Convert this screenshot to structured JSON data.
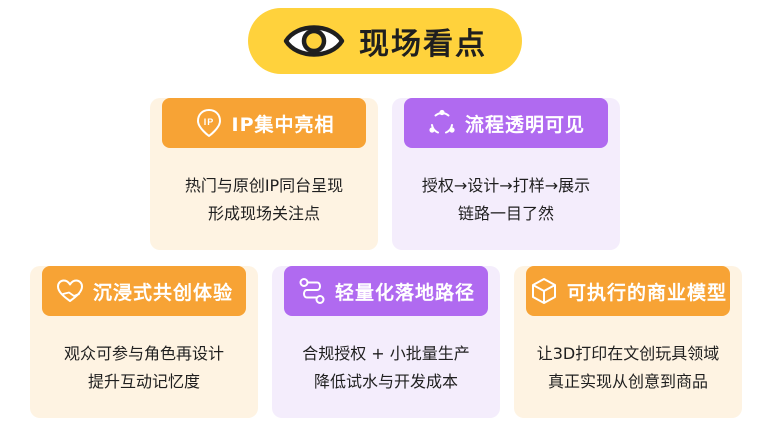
{
  "header": {
    "title": "现场看点",
    "icon": "eye-icon"
  },
  "cards": [
    {
      "title": "IP集中亮相",
      "icon": "ip-location-pin-icon",
      "accent": "#F7A335",
      "lines": [
        "热门与原创IP同台呈现",
        "形成现场关注点"
      ]
    },
    {
      "title": "流程透明可见",
      "icon": "process-cycle-icon",
      "accent": "#B06AF0",
      "lines": [
        "授权→设计→打样→展示",
        "链路一目了然"
      ]
    },
    {
      "title": "沉浸式共创体验",
      "icon": "heart-hand-icon",
      "accent": "#F7A335",
      "lines": [
        "观众可参与角色再设计",
        "提升互动记忆度"
      ]
    },
    {
      "title": "轻量化落地路径",
      "icon": "route-path-icon",
      "accent": "#B06AF0",
      "lines": [
        "合规授权 + 小批量生产",
        "降低试水与开发成本"
      ]
    },
    {
      "title": "可执行的商业模型",
      "icon": "cube-icon",
      "accent": "#F7A335",
      "lines": [
        "让3D打印在文创玩具领域",
        "真正实现从创意到商品"
      ]
    }
  ]
}
